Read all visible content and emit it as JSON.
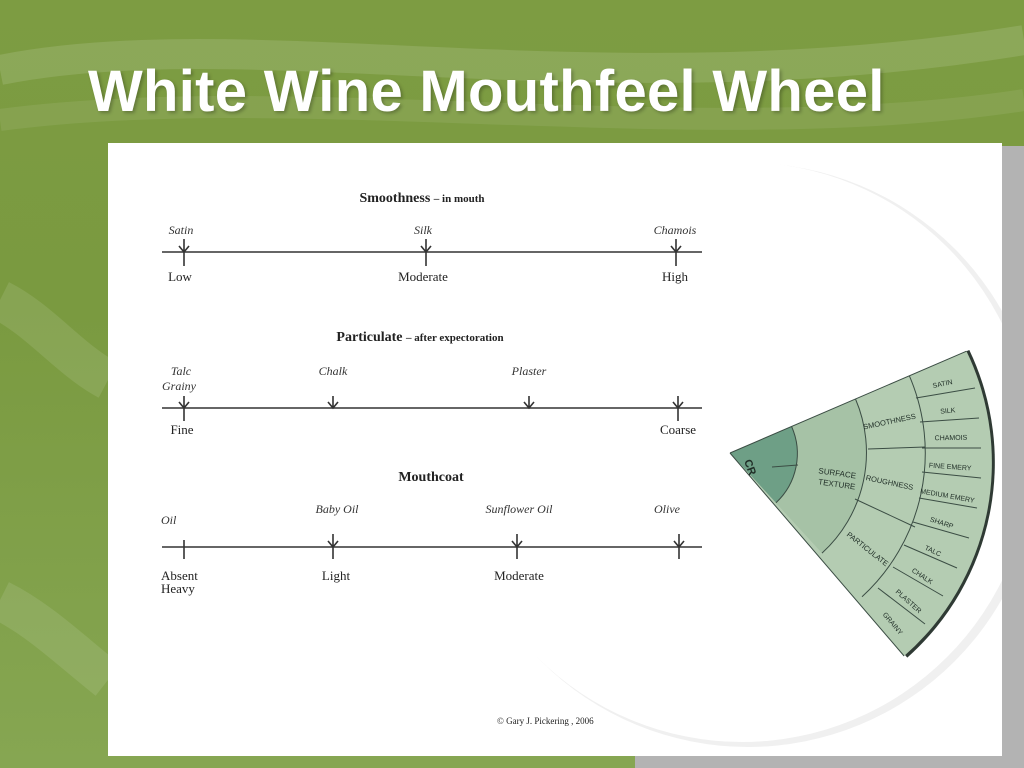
{
  "slide": {
    "title": "White Wine Mouthfeel Wheel"
  },
  "scales": {
    "smoothness": {
      "title": "Smoothness",
      "subtitle": "– in mouth",
      "descriptors": [
        "Satin",
        "Silk",
        "Chamois"
      ],
      "anchors": [
        "Low",
        "Moderate",
        "High"
      ]
    },
    "particulate": {
      "title": "Particulate",
      "subtitle": "– after expectoration",
      "descriptors": [
        "Talc",
        "Grainy",
        "Chalk",
        "Plaster"
      ],
      "anchors": [
        "Fine",
        "Coarse"
      ]
    },
    "mouthcoat": {
      "title": "Mouthcoat",
      "descriptors": [
        "Oil",
        "Baby Oil",
        "Sunflower Oil",
        "Olive"
      ],
      "anchors": [
        "Absent",
        "Heavy",
        "Light",
        "Moderate"
      ]
    }
  },
  "wheel": {
    "inner_label": "CR",
    "middle_label": "SURFACE TEXTURE",
    "categories": [
      "SMOOTHNESS",
      "ROUGHNESS",
      "PARTICULATE"
    ],
    "terms": [
      "SATIN",
      "SILK",
      "CHAMOIS",
      "FINE EMERY",
      "MEDIUM EMERY",
      "SHARP",
      "TALC",
      "CHALK",
      "PLASTER",
      "GRAINY"
    ],
    "colors": {
      "inner": "#6e9f86",
      "middle": "#a6c2a6",
      "outer": "#b4ccb2",
      "rim": "#2f3a34",
      "line": "#3b4d44"
    }
  },
  "copyright": "© Gary J. Pickering , 2006"
}
